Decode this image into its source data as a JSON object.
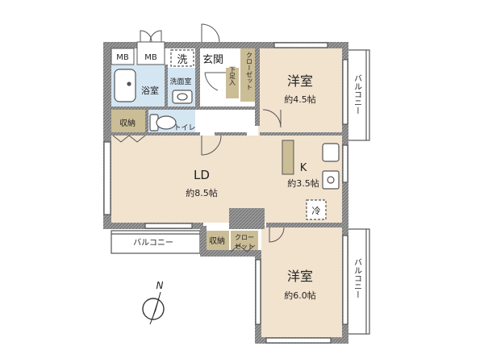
{
  "rooms": {
    "western_north": {
      "name": "洋室",
      "size": "約4.5帖"
    },
    "western_south": {
      "name": "洋室",
      "size": "約6.0帖"
    },
    "ld": {
      "name": "LD",
      "size": "約8.5帖"
    },
    "kitchen": {
      "name": "K",
      "size": "約3.5帖"
    },
    "bath": {
      "name": "浴室"
    },
    "washroom": {
      "name": "洗面室"
    },
    "toilet": {
      "name": "トイレ"
    },
    "entrance": {
      "name": "玄関"
    }
  },
  "labels": {
    "mb1": "MB",
    "mb2": "MB",
    "washer": "洗",
    "shoe_storage": "下足入",
    "closet_north": "クローゼット",
    "storage_left": "収納",
    "storage_mid": "収納",
    "closet_south_1": "クロー",
    "closet_south_2": "ゼット",
    "fridge": "冷",
    "balcony_left": "バルコニー",
    "balcony_right_top": "バルコニー",
    "balcony_right_bottom": "バルコニー",
    "north": "N"
  },
  "colors": {
    "wall": "#8c8c8c",
    "floor_wood": "#f2e3cf",
    "floor_wet": "#d5e6f3",
    "storage": "#cbbd96",
    "line": "#555555"
  }
}
